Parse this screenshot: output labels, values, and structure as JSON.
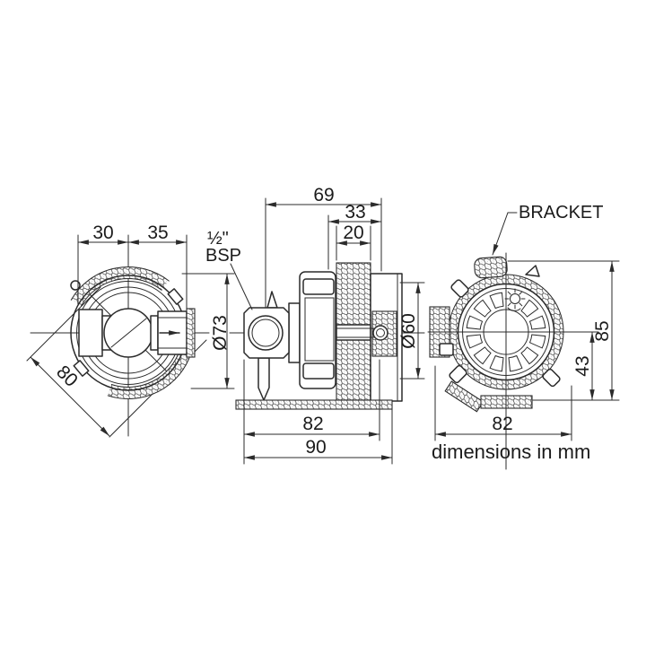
{
  "drawing": {
    "note": "dimensions in mm",
    "colors": {
      "line": "#2b2b2b",
      "text": "#1b1b1b",
      "background": "#ffffff"
    },
    "front_view": {
      "dim_left_of_center": "30",
      "dim_right_of_center": "35",
      "dim_across_corners": "80",
      "dim_diameter": "Ø73"
    },
    "side_view": {
      "port_label_line1": "½\"",
      "port_label_line2": "BSP",
      "dim_overall_depth": "69",
      "dim_rear_depth": "33",
      "dim_stator_width": "20",
      "dim_body_depth": "82",
      "dim_total_depth": "90",
      "dim_rear_diameter": "Ø60"
    },
    "rear_view": {
      "bracket_label": "BRACKET",
      "dim_overall_height": "85",
      "dim_below_center": "43",
      "dim_width": "82"
    }
  }
}
